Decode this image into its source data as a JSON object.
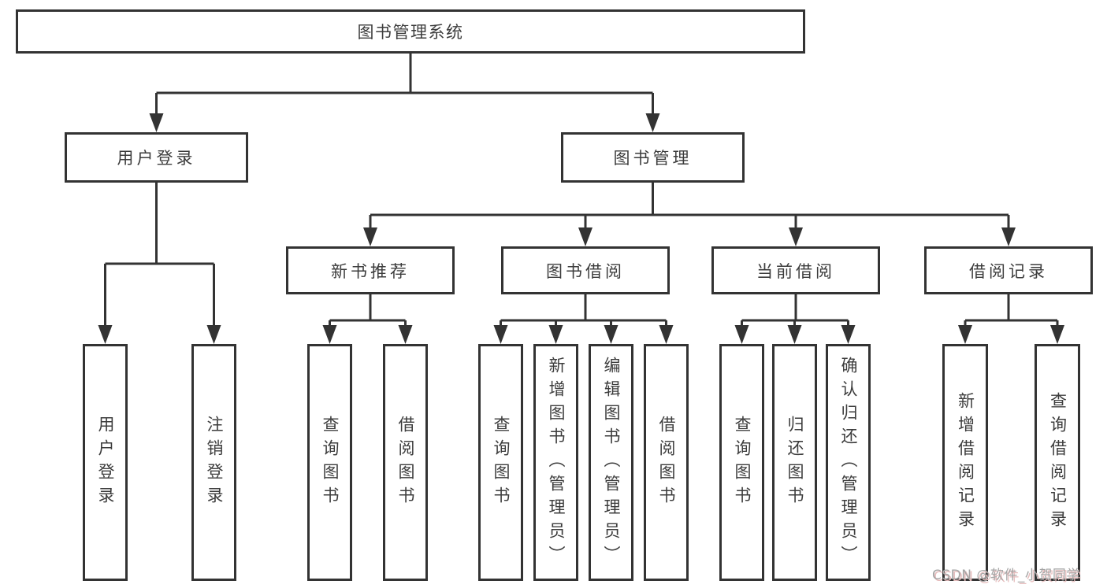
{
  "diagram": {
    "root": {
      "label": "图书管理系统"
    },
    "branches": [
      {
        "label": "用户登录",
        "children": [
          {
            "label": "用户登录"
          },
          {
            "label": "注销登录"
          }
        ]
      },
      {
        "label": "图书管理",
        "sections": [
          {
            "label": "新书推荐",
            "children": [
              {
                "label": "查询图书"
              },
              {
                "label": "借阅图书"
              }
            ]
          },
          {
            "label": "图书借阅",
            "children": [
              {
                "label": "查询图书"
              },
              {
                "label": "新增图书（管理员）"
              },
              {
                "label": "编辑图书（管理员）"
              },
              {
                "label": "借阅图书"
              }
            ]
          },
          {
            "label": "当前借阅",
            "children": [
              {
                "label": "查询图书"
              },
              {
                "label": "归还图书"
              },
              {
                "label": "确认归还（管理员）"
              }
            ]
          },
          {
            "label": "借阅记录",
            "children": [
              {
                "label": "新增借阅记录"
              },
              {
                "label": "查询借阅记录"
              }
            ]
          }
        ]
      }
    ]
  },
  "watermark": {
    "text": "CSDN @软件_小贺同学"
  },
  "colors": {
    "line": "#333333",
    "text": "#3c3c3c",
    "watermark_gray": "#a5a5a5",
    "watermark_red": "#e6bcbc",
    "background": "#ffffff"
  }
}
